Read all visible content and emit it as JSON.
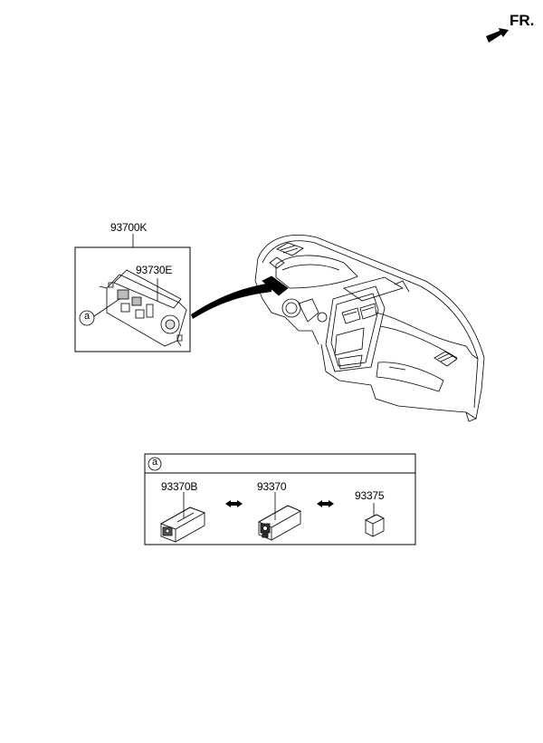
{
  "direction": {
    "label": "FR.",
    "icon": "front-direction-arrow-icon"
  },
  "parts": {
    "switch_assembly": "93700K",
    "switch_panel": "93730E",
    "switch_option_b": "93370B",
    "switch_option": "93370",
    "switch_blank": "93375"
  },
  "callout": {
    "marker": "a"
  },
  "colors": {
    "line": "#000000",
    "background": "#ffffff"
  }
}
